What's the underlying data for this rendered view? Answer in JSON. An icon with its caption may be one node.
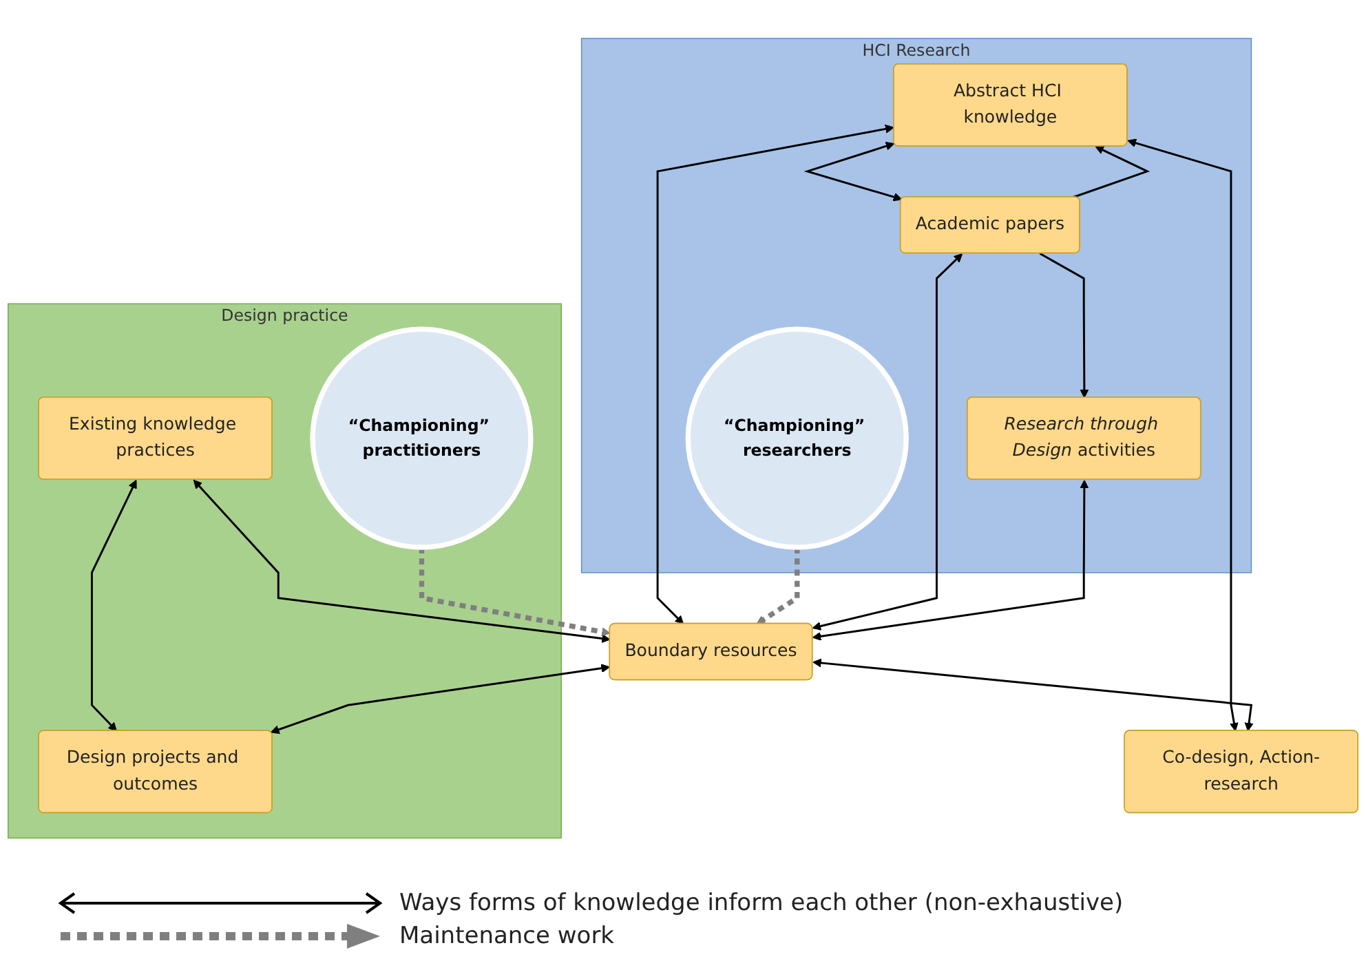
{
  "diagram": {
    "nodes": [
      {
        "text": [
          "HCI Research"
        ]
      },
      {
        "text": [
          "Design practice"
        ]
      },
      {
        "text": [
          "Abstract HCI knowledge"
        ],
        "in": 0
      },
      {
        "text": [
          "Existing knowledge practices"
        ],
        "in": 1
      },
      {
        "text": [
          "“Championing” researchers"
        ],
        "in": 0
      },
      {
        "text": [
          "Boundary resources"
        ]
      },
      {
        "text": [
          "“Championing” practitioners"
        ],
        "in": 1
      },
      {
        "text": [
          "Academic papers"
        ],
        "in": 0
      },
      {
        "text": [
          "*Research through Design* activities"
        ],
        "in": 0
      },
      {
        "text": [
          "Co-design, Action-research"
        ]
      },
      {
        "text": [
          "Design projects and outcomes"
        ],
        "in": 1
      }
    ],
    "edges": [
      {
        "from": 2,
        "to": 5,
        "arrow": "both"
      },
      {
        "from": 2,
        "to": 7,
        "arrow": "both"
      },
      {
        "from": 7,
        "to": 2,
        "arrow": "to"
      },
      {
        "from": 2,
        "to": 9,
        "arrow": "both"
      },
      {
        "from": 3,
        "to": 5,
        "arrow": "both"
      },
      {
        "from": 3,
        "to": 10,
        "arrow": "both"
      },
      {
        "from": 4,
        "to": 5,
        "arrow": "to",
        "style": "dashed",
        "color": "#7f7f7f"
      },
      {
        "from": 6,
        "to": 5,
        "arrow": "to",
        "style": "dashed",
        "color": "#7f7f7f"
      },
      {
        "from": 7,
        "to": 5,
        "arrow": "both"
      },
      {
        "from": 7,
        "to": 8,
        "arrow": "to"
      },
      {
        "from": 8,
        "to": 5,
        "arrow": "both"
      },
      {
        "from": 5,
        "to": 9,
        "arrow": "both"
      },
      {
        "from": 5,
        "to": 10,
        "arrow": "both"
      }
    ],
    "legend": [
      {
        "text": "Ways forms of knowledge inform each other (non-exhaustive)"
      },
      {
        "text": "Maintenance work"
      }
    ]
  }
}
